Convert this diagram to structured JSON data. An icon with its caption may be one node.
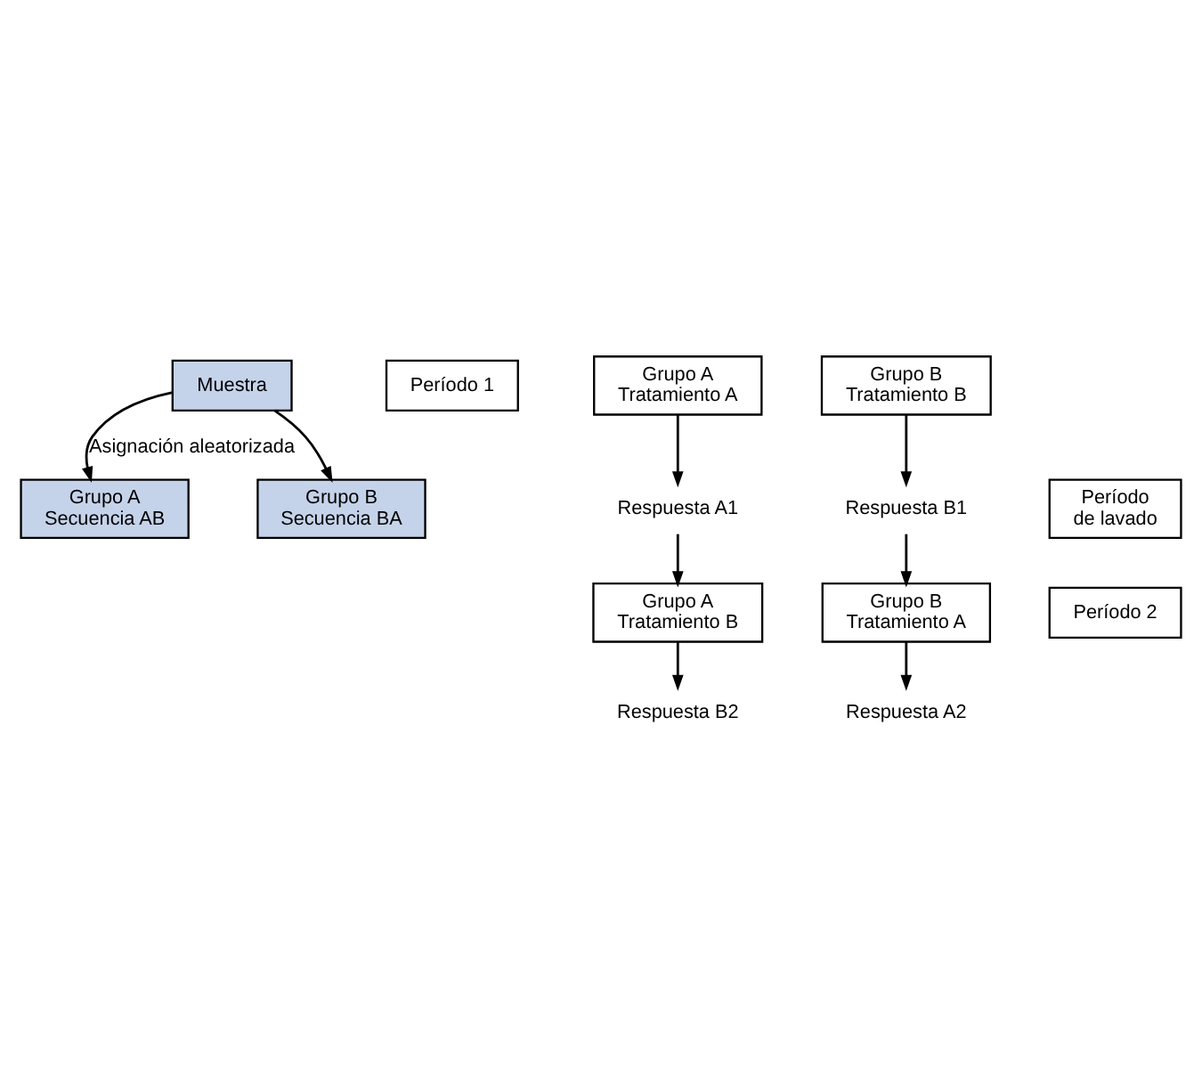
{
  "diagram": {
    "nodes": [
      {
        "text": [
          "Muestra"
        ]
      },
      {
        "text": [
          "Grupo A Secuencia AB"
        ]
      },
      {
        "text": [
          "Grupo B Secuencia BA"
        ]
      },
      {
        "text": [
          "Período 1"
        ]
      },
      {
        "text": [
          "Grupo A Tratamiento A"
        ]
      },
      {
        "text": [
          "Grupo B Tratamiento B"
        ]
      },
      {
        "text": [
          "Respuesta A1"
        ]
      },
      {
        "text": [
          "Respuesta B1"
        ]
      },
      {
        "text": [
          "Período de lavado"
        ]
      },
      {
        "text": [
          "Grupo B Tratamiento A"
        ]
      },
      {
        "text": [
          "Grupo A Tratamiento B"
        ]
      },
      {
        "text": [
          "Período 2"
        ]
      },
      {
        "text": [
          "Respuesta A2"
        ]
      },
      {
        "text": [
          "Respuesta B2"
        ]
      }
    ],
    "edges": [
      {
        "from": 0,
        "to": 1,
        "arrow": "to",
        "label": "Asignación aleatorizada"
      },
      {
        "from": 0,
        "to": 2,
        "arrow": "to"
      },
      {
        "from": 4,
        "to": 6,
        "arrow": "to"
      },
      {
        "from": 5,
        "to": 7,
        "arrow": "to"
      },
      {
        "from": 6,
        "to": 10,
        "arrow": "to"
      },
      {
        "from": 7,
        "to": 9,
        "arrow": "to"
      },
      {
        "from": 9,
        "to": 12,
        "arrow": "to"
      },
      {
        "from": 10,
        "to": 13,
        "arrow": "to"
      }
    ]
  }
}
